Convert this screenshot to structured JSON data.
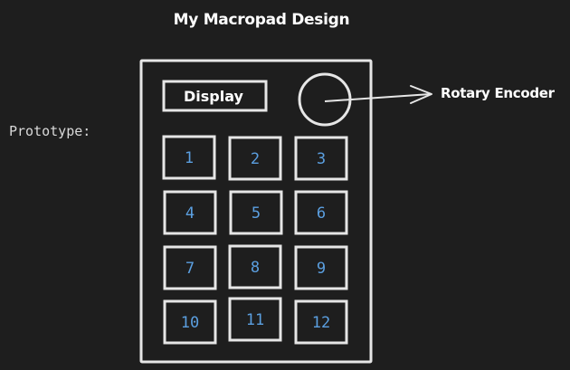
{
  "title": "My Macropad Design",
  "prototype_label": "Prototype:",
  "display_label": "Display",
  "encoder_label": "Rotary Encoder",
  "keys": [
    "1",
    "2",
    "3",
    "4",
    "5",
    "6",
    "7",
    "8",
    "9",
    "10",
    "11",
    "12"
  ],
  "colors": {
    "background": "#1e1e1e",
    "outline": "#e6e6e6",
    "key_text": "#5b9fe0",
    "text": "#ffffff"
  }
}
